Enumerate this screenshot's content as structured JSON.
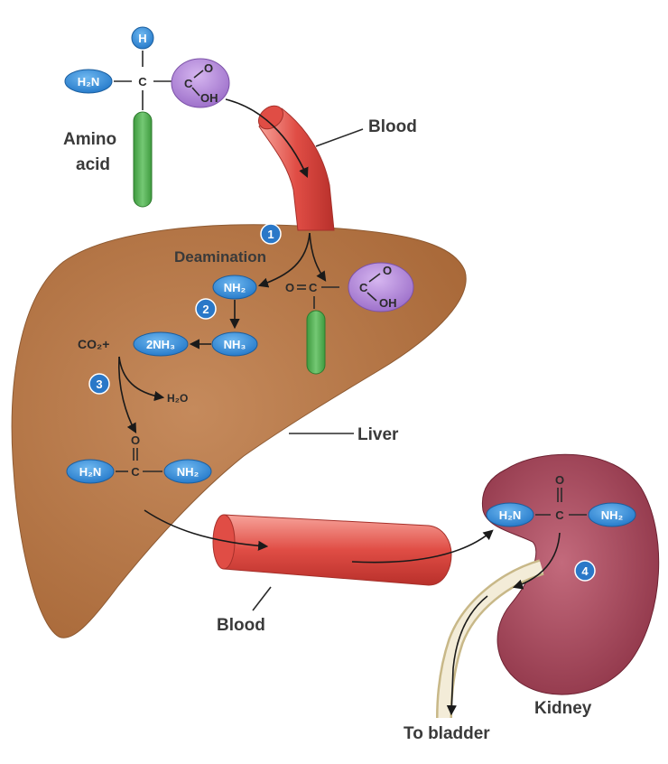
{
  "labels": {
    "amino_line1": "Amino",
    "amino_line2": "acid",
    "blood_top": "Blood",
    "deamination": "Deamination",
    "liver": "Liver",
    "blood_bottom": "Blood",
    "kidney": "Kidney",
    "to_bladder": "To bladder"
  },
  "chem": {
    "h": "H",
    "h2n": "H₂N",
    "c": "C",
    "carboxyl_top": "C",
    "carboxyl_o": "O",
    "carboxyl_oh": "OH",
    "nh2": "NH₂",
    "nh3": "NH₃",
    "two_nh3": "2NH₃",
    "co2_plus": "CO₂+",
    "h2o": "H₂O",
    "o": "O"
  },
  "steps": [
    "1",
    "2",
    "3",
    "4"
  ],
  "colors": {
    "liver": "#b87a4e",
    "blood_vessel": "#e25a52",
    "kidney": "#a8485a",
    "amine_blue": "#2f8fd8",
    "carboxyl_purple": "#b58ad8",
    "side_chain_green": "#4caf50",
    "step_badge": "#2a78c8",
    "ureter": "#efe6cf"
  }
}
